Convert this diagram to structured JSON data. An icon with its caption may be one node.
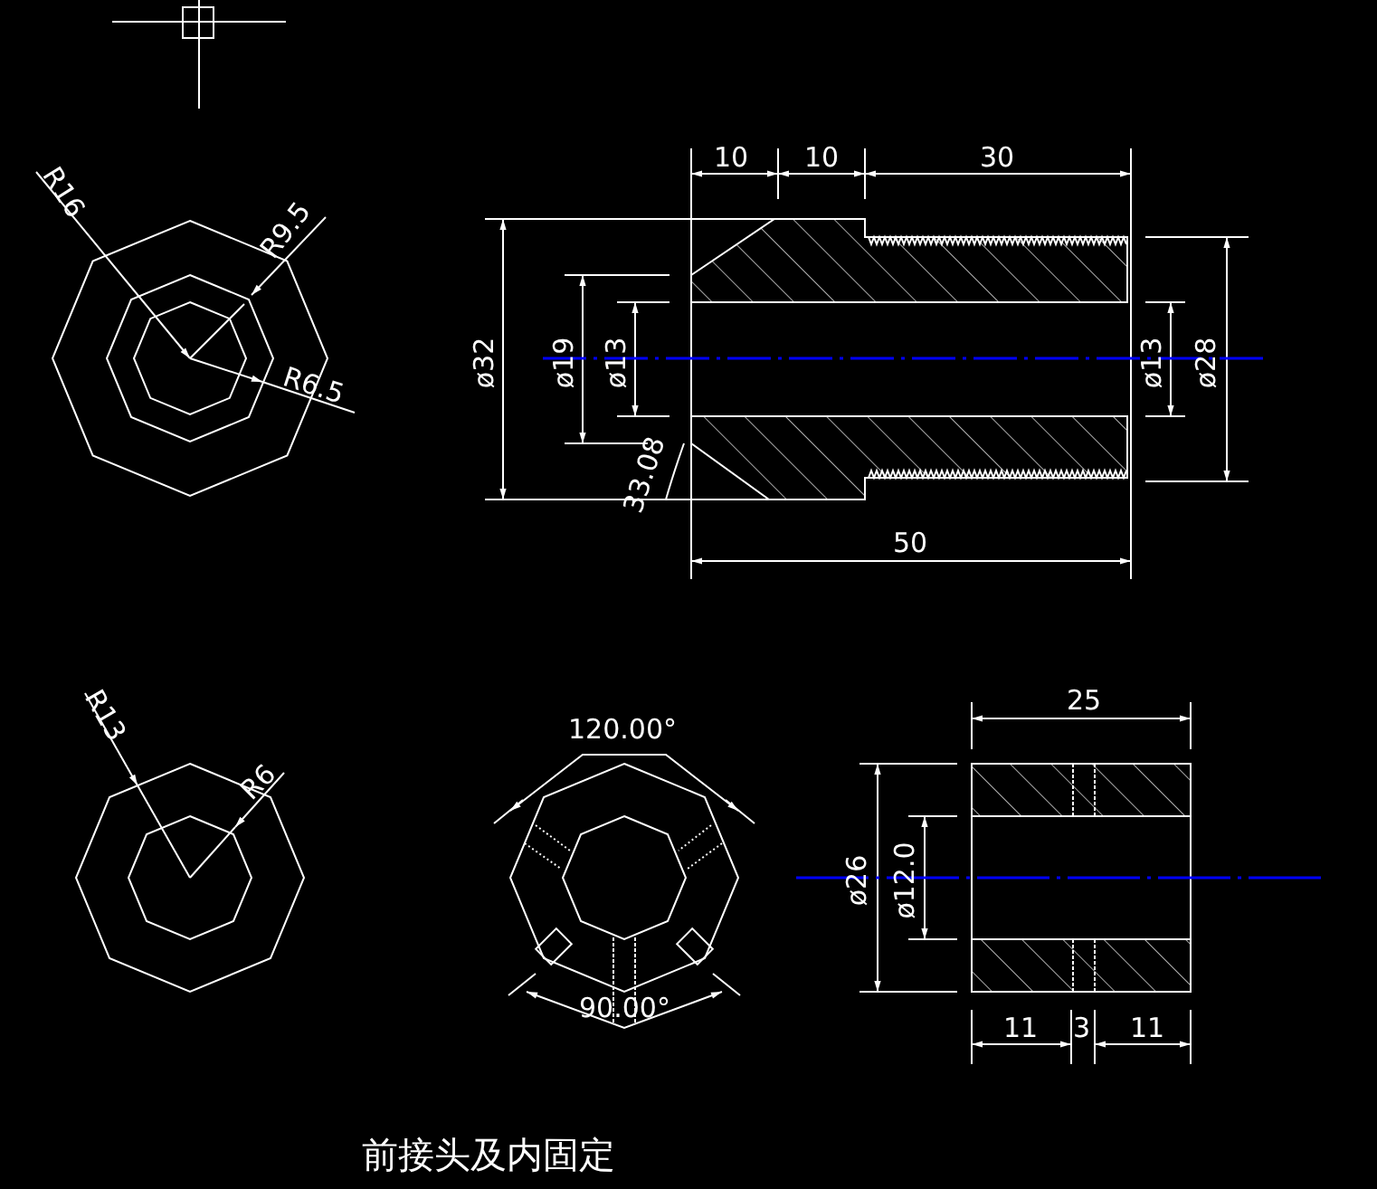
{
  "diagram": {
    "caption": "前接头及内固定",
    "labels": [
      "10",
      "10",
      "30",
      "R16",
      "R9.5",
      "ø32",
      "ø19",
      "ø13",
      "ø13",
      "ø28",
      "R6.5",
      "33.08",
      "50",
      "25",
      "R13",
      "120.00°",
      "R6",
      "ø26",
      "ø12.0",
      "90.00°",
      "11",
      "3",
      "11"
    ]
  }
}
